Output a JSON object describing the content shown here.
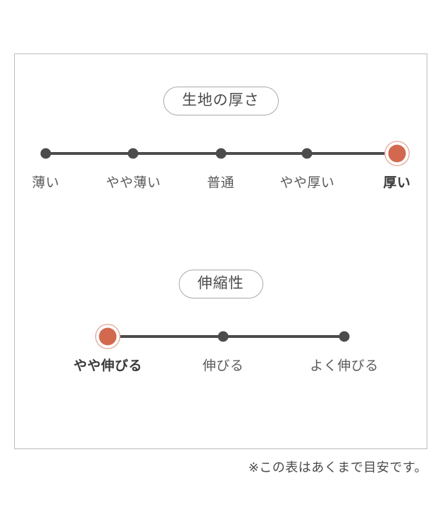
{
  "chart_data": {
    "type": "table",
    "title": "",
    "sections": [
      {
        "heading": "生地の厚さ",
        "categories": [
          "薄い",
          "やや薄い",
          "普通",
          "やや厚い",
          "厚い"
        ],
        "selected_index": 4,
        "positions_pct": [
          7.5,
          28.8,
          50.0,
          71.0,
          92.8
        ]
      },
      {
        "heading": "伸縮性",
        "categories": [
          "やや伸びる",
          "伸びる",
          "よく伸びる"
        ],
        "selected_index": 0,
        "positions_pct": [
          22.6,
          50.6,
          80.0
        ]
      }
    ],
    "legend_position": "none",
    "grid": false
  },
  "footnote": "※この表はあくまで目安です。",
  "colors": {
    "accent": "#d2694f",
    "accent_ring": "#e4b2a4",
    "track": "#4c4c4c",
    "frame": "#bcbcbc",
    "pill_border": "#a9a9a9",
    "text": "#4a4a4a"
  }
}
